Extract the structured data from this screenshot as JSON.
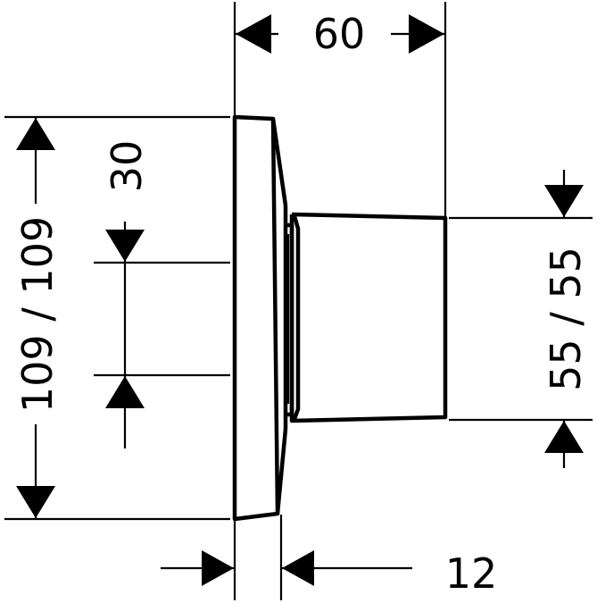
{
  "drawing": {
    "dimensions": {
      "width_top": "60",
      "plate_thickness": "12",
      "total_height": "109 / 109",
      "handle_height": "55 / 55",
      "inner_offset": "30"
    }
  }
}
